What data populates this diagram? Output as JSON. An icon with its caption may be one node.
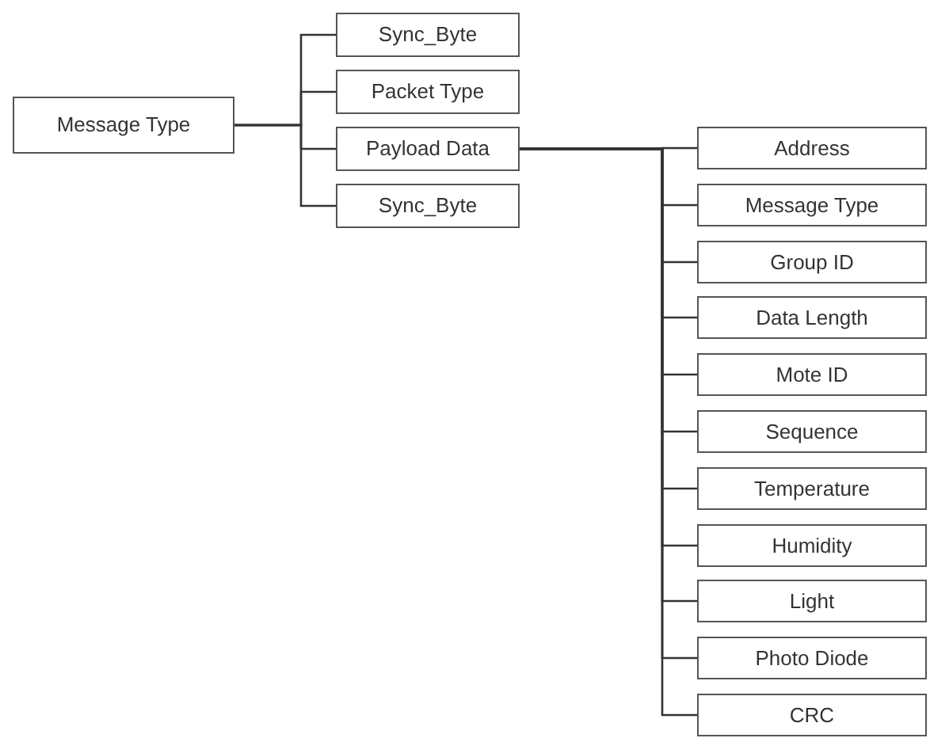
{
  "diagram": {
    "nodes": [
      {
        "text": [
          "Message Type"
        ]
      },
      {
        "text": [
          "Sync_Byte"
        ]
      },
      {
        "text": [
          "Packet Type"
        ]
      },
      {
        "text": [
          "Payload Data"
        ]
      },
      {
        "text": [
          "Sync_Byte"
        ]
      },
      {
        "text": [
          "Address"
        ]
      },
      {
        "text": [
          "Message Type"
        ]
      },
      {
        "text": [
          "Group ID"
        ]
      },
      {
        "text": [
          "Data Length"
        ]
      },
      {
        "text": [
          "Mote ID"
        ]
      },
      {
        "text": [
          "Sequence"
        ]
      },
      {
        "text": [
          "Temperature"
        ]
      },
      {
        "text": [
          "Humidity"
        ]
      },
      {
        "text": [
          "Light"
        ]
      },
      {
        "text": [
          "Photo Diode"
        ]
      },
      {
        "text": [
          "CRC"
        ]
      }
    ],
    "edges": [
      {
        "from": 0,
        "to": 1,
        "arrow": "none"
      },
      {
        "from": 0,
        "to": 2,
        "arrow": "none"
      },
      {
        "from": 0,
        "to": 3,
        "arrow": "none"
      },
      {
        "from": 0,
        "to": 4,
        "arrow": "none"
      },
      {
        "from": 3,
        "to": 5,
        "arrow": "none"
      },
      {
        "from": 3,
        "to": 6,
        "arrow": "none"
      },
      {
        "from": 3,
        "to": 7,
        "arrow": "none"
      },
      {
        "from": 3,
        "to": 8,
        "arrow": "none"
      },
      {
        "from": 3,
        "to": 9,
        "arrow": "none"
      },
      {
        "from": 3,
        "to": 10,
        "arrow": "none"
      },
      {
        "from": 3,
        "to": 11,
        "arrow": "none"
      },
      {
        "from": 3,
        "to": 12,
        "arrow": "none"
      },
      {
        "from": 3,
        "to": 13,
        "arrow": "none"
      },
      {
        "from": 3,
        "to": 14,
        "arrow": "none"
      },
      {
        "from": 3,
        "to": 15,
        "arrow": "none"
      }
    ]
  }
}
